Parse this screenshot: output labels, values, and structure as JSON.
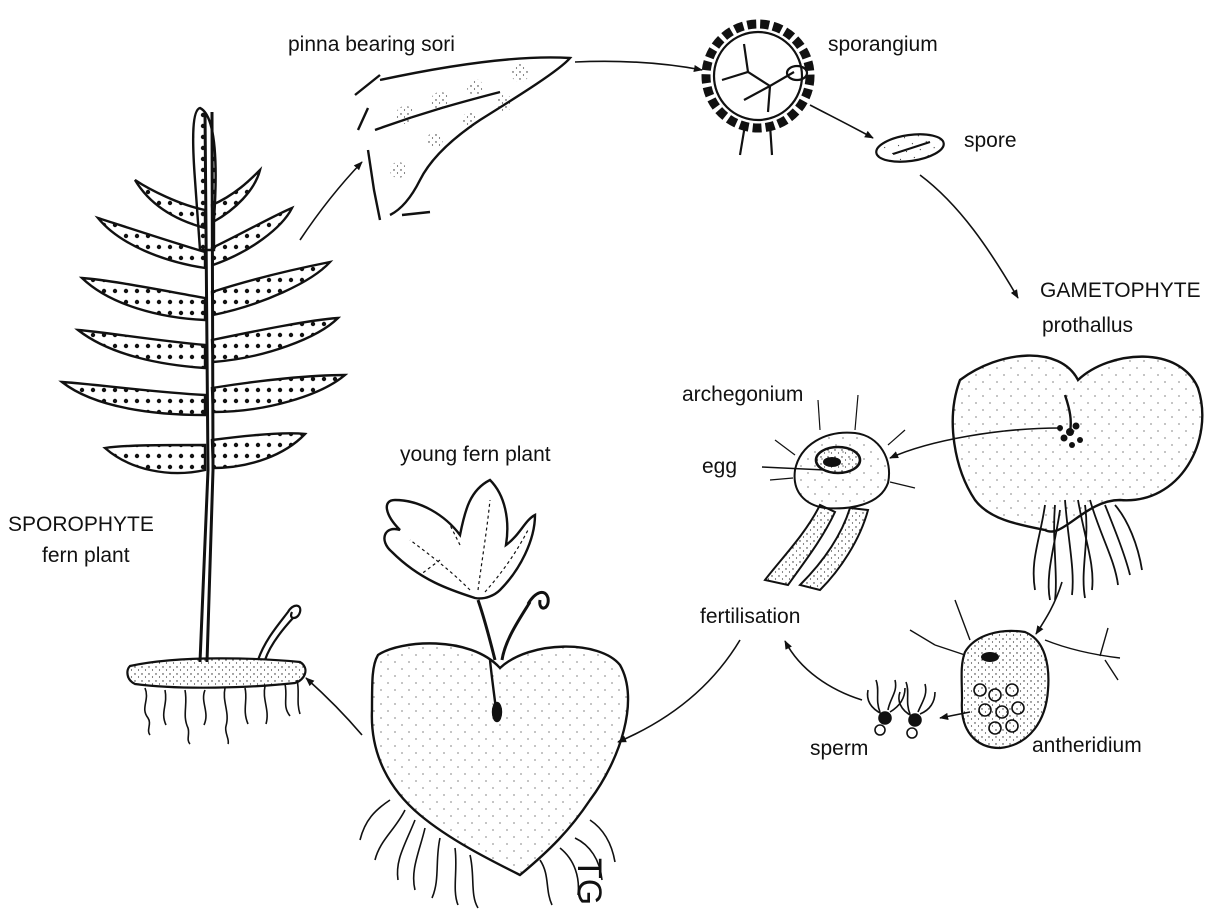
{
  "diagram": {
    "labels": {
      "pinna": "pinna bearing sori",
      "sporangium": "sporangium",
      "spore": "spore",
      "gametophyte": "GAMETOPHYTE",
      "prothallus": "prothallus",
      "archegonium": "archegonium",
      "egg": "egg",
      "young_fern": "young fern plant",
      "sporophyte": "SPOROPHYTE",
      "fern_plant": "fern plant",
      "fertilisation": "fertilisation",
      "sperm": "sperm",
      "antheridium": "antheridium"
    },
    "signature": "TG"
  },
  "colors": {
    "ink": "#111111",
    "paper": "#ffffff"
  }
}
